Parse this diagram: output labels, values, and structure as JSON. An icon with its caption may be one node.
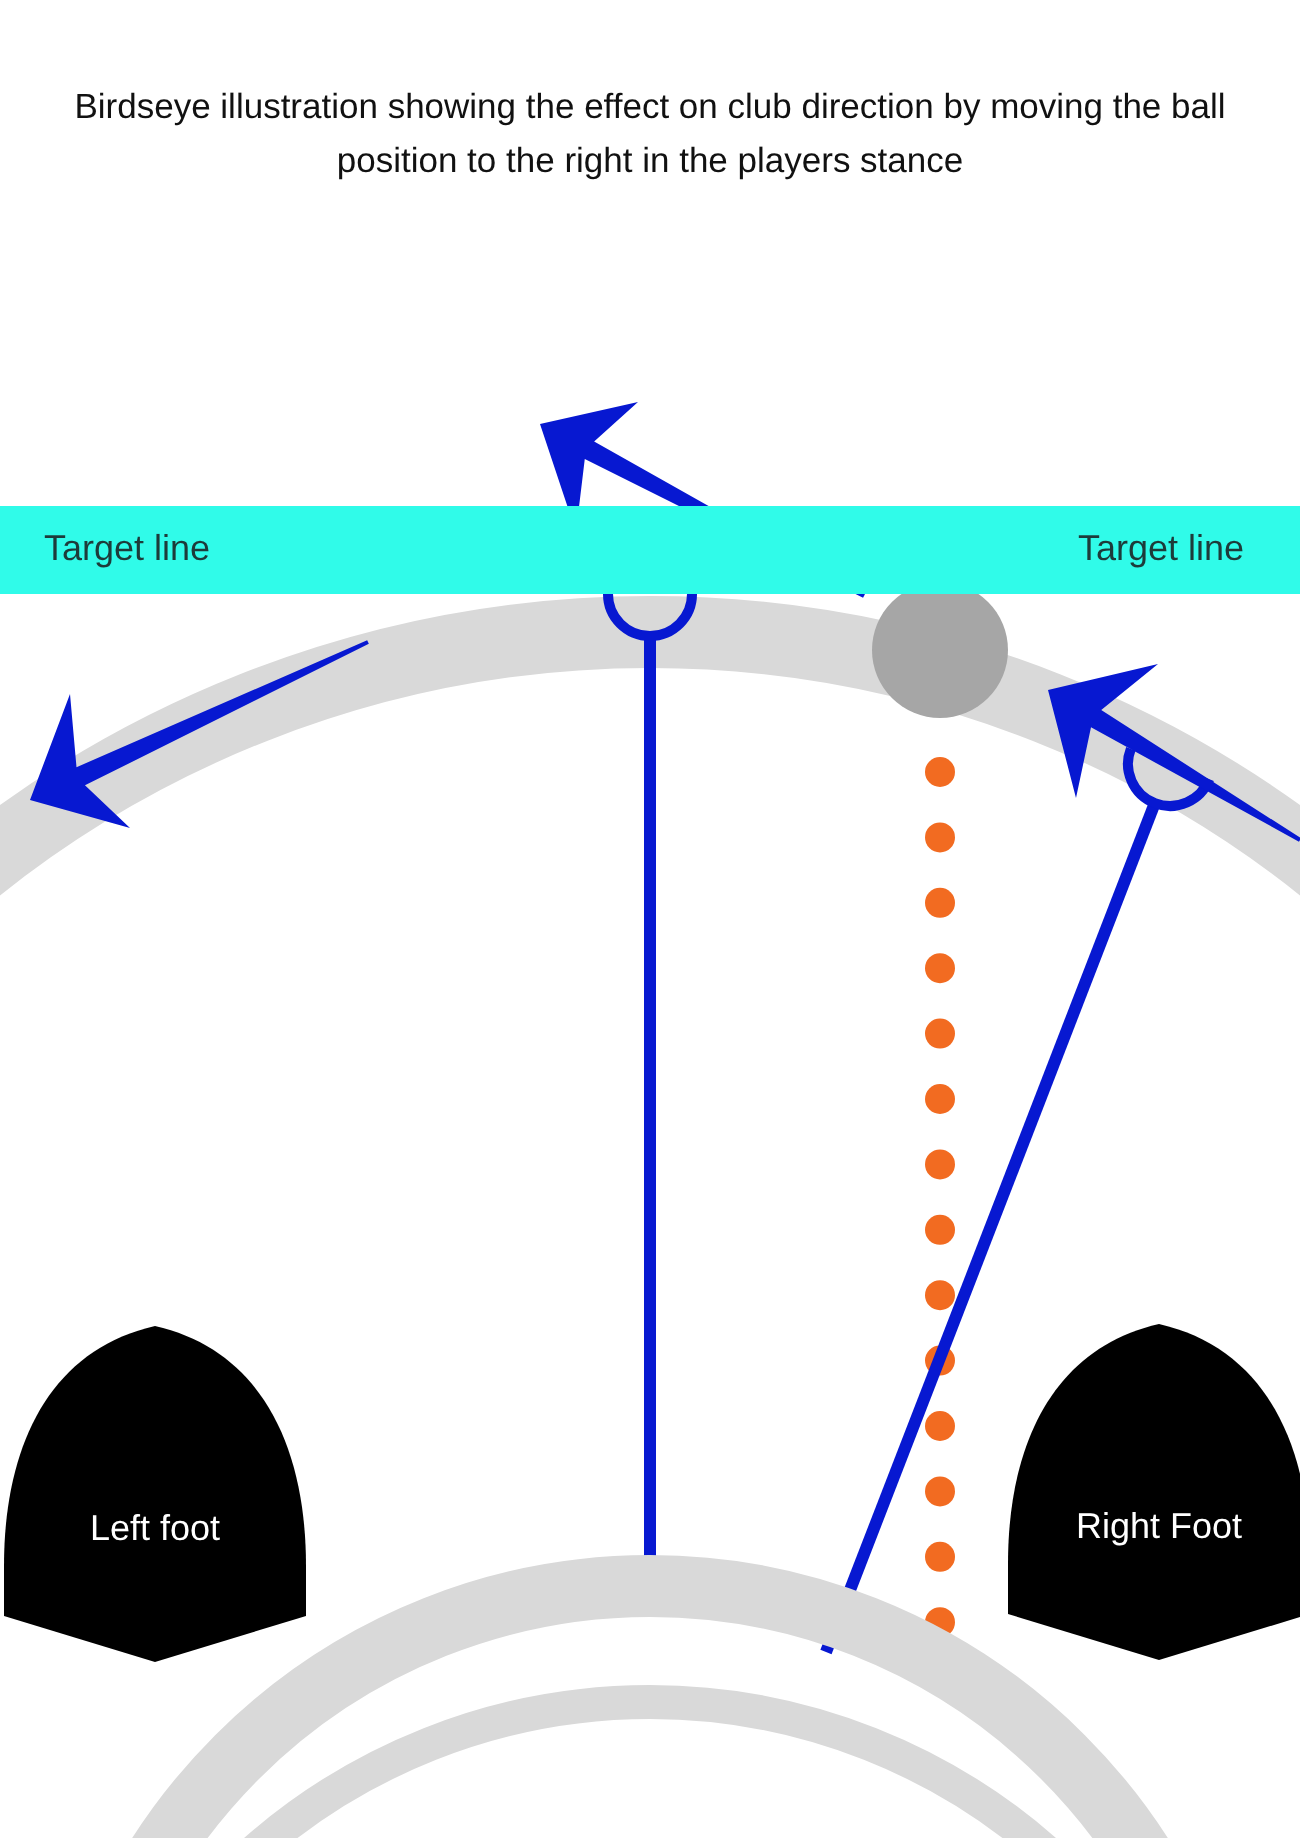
{
  "diagram": {
    "title": "Birdseye illustration showing the effect on club direction by moving the ball position to the right in the players stance",
    "nodes": [
      {
        "text": [
          "Target line",
          "Target line"
        ]
      },
      {
        "text": [
          "Left foot"
        ]
      },
      {
        "text": [
          "Right Foot"
        ]
      }
    ]
  }
}
